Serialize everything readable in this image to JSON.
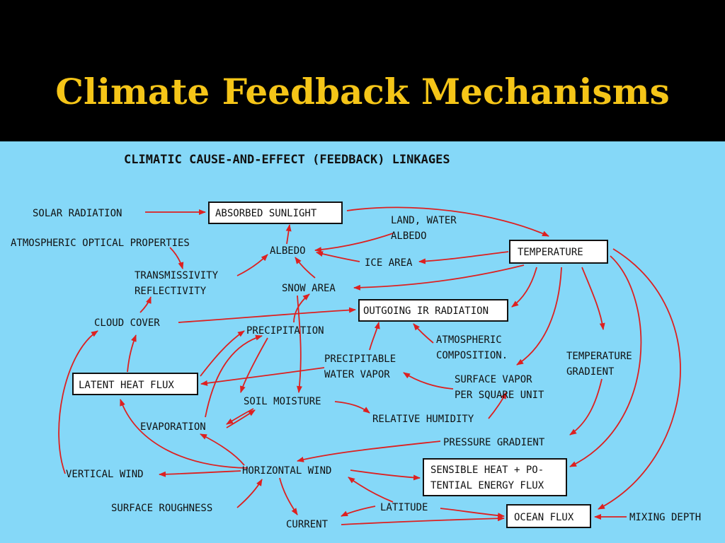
{
  "slide": {
    "title": "Climate Feedback Mechanisms"
  },
  "diagram": {
    "heading": "CLIMATIC CAUSE-AND-EFFECT (FEEDBACK) LINKAGES",
    "arrow_color": "#dd2020",
    "background_color": "#85d8f8",
    "title_color": "#f5c518",
    "nodes": {
      "solar_radiation": "SOLAR RADIATION",
      "absorbed_sunlight": "ABSORBED SUNLIGHT",
      "land_water_albedo_1": "LAND, WATER",
      "land_water_albedo_2": "ALBEDO",
      "temperature": "TEMPERATURE",
      "atmospheric_optical_properties": "ATMOSPHERIC OPTICAL PROPERTIES",
      "albedo": "ALBEDO",
      "ice_area": "ICE AREA",
      "transmissivity": "TRANSMISSIVITY",
      "reflectivity": "REFLECTIVITY",
      "snow_area": "SNOW AREA",
      "outgoing_ir_radiation": "OUTGOING IR RADIATION",
      "cloud_cover": "CLOUD COVER",
      "precipitation": "PRECIPITATION",
      "atmospheric_composition_1": "ATMOSPHERIC",
      "atmospheric_composition_2": "COMPOSITION.",
      "precipitable_water_vapor_1": "PRECIPITABLE",
      "precipitable_water_vapor_2": "WATER VAPOR",
      "temperature_gradient_1": "TEMPERATURE",
      "temperature_gradient_2": "GRADIENT",
      "latent_heat_flux": "LATENT HEAT FLUX",
      "surface_vapor_1": "SURFACE VAPOR",
      "surface_vapor_2": "PER SQUARE UNIT",
      "soil_moisture": "SOIL MOISTURE",
      "relative_humidity": "RELATIVE HUMIDITY",
      "evaporation": "EVAPORATION",
      "pressure_gradient": "PRESSURE GRADIENT",
      "vertical_wind": "VERTICAL WIND",
      "horizontal_wind": "HORIZONTAL WIND",
      "sensible_heat_1": "SENSIBLE HEAT + PO-",
      "sensible_heat_2": "TENTIAL ENERGY FLUX",
      "surface_roughness": "SURFACE ROUGHNESS",
      "latitude": "LATITUDE",
      "current": "CURRENT",
      "ocean_flux": "OCEAN FLUX",
      "mixing_depth": "MIXING DEPTH"
    }
  }
}
